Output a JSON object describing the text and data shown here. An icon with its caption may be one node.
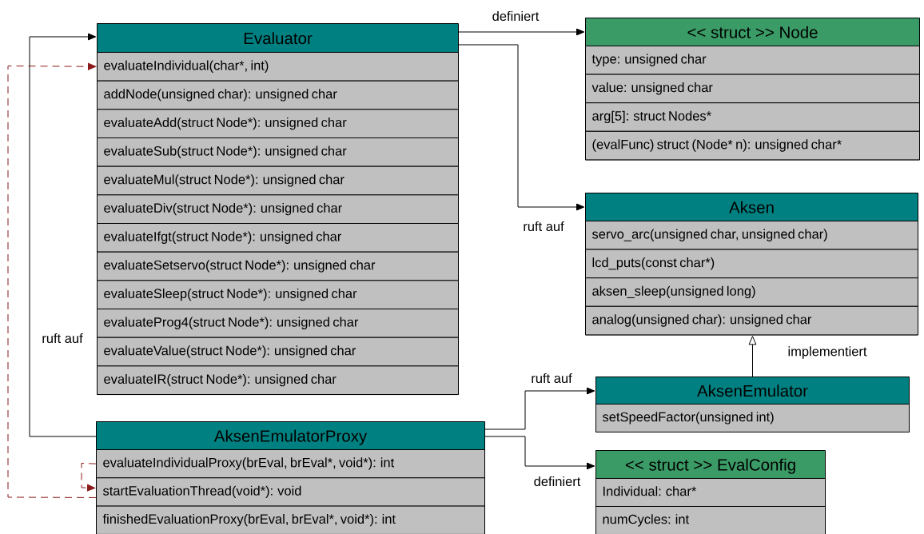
{
  "diagram": {
    "nodes": [
      {
        "text": [
          "Evaluator"
        ]
      },
      {
        "text": [
          "evaluateIndividual(char*, int)"
        ],
        "in": 0
      },
      {
        "text": [
          "addNode(unsigned char): unsigned char"
        ],
        "in": 0
      },
      {
        "text": [
          "evaluateAdd(struct Node*): unsigned char"
        ],
        "in": 0
      },
      {
        "text": [
          "evaluateSub(struct Node*): unsigned char"
        ],
        "in": 0
      },
      {
        "text": [
          "evaluateMul(struct Node*): unsigned char"
        ],
        "in": 0
      },
      {
        "text": [
          "evaluateDiv(struct Node*): unsigned char"
        ],
        "in": 0
      },
      {
        "text": [
          "evaluateIfgt(struct Node*): unsigned char"
        ],
        "in": 0
      },
      {
        "text": [
          "evaluateSetservo(struct Node*): unsigned char"
        ],
        "in": 0
      },
      {
        "text": [
          "evaluateSleep(struct Node*): unsigned char"
        ],
        "in": 0
      },
      {
        "text": [
          "evaluateProg4(struct Node*): unsigned char"
        ],
        "in": 0
      },
      {
        "text": [
          "evaluateValue(struct Node*): unsigned char"
        ],
        "in": 0
      },
      {
        "text": [
          "evaluateIR(struct Node*): unsigned char"
        ],
        "in": 0
      },
      {
        "text": [
          "<< struct >> Node"
        ]
      },
      {
        "text": [
          "type: unsigned char"
        ],
        "in": 13
      },
      {
        "text": [
          "value: unsigned char"
        ],
        "in": 13
      },
      {
        "text": [
          "arg[5]: struct Nodes*"
        ],
        "in": 13
      },
      {
        "text": [
          "(evalFunc) struct (Node* n): unsigned char*"
        ],
        "in": 13
      },
      {
        "text": [
          "Aksen"
        ]
      },
      {
        "text": [
          "servo_arc(unsigned char, unsigned char)"
        ],
        "in": 18
      },
      {
        "text": [
          "lcd_puts(const char*)"
        ],
        "in": 18
      },
      {
        "text": [
          "aksen_sleep(unsigned long)"
        ],
        "in": 18
      },
      {
        "text": [
          "analog(unsigned char): unsigned char"
        ],
        "in": 18
      },
      {
        "text": [
          "AksenEmulator"
        ]
      },
      {
        "text": [
          "setSpeedFactor(unsigned int)"
        ],
        "in": 23
      },
      {
        "text": [
          "AksenEmulatorProxy"
        ]
      },
      {
        "text": [
          "evaluateIndividualProxy(brEval, brEval*, void*): int"
        ],
        "in": 25
      },
      {
        "text": [
          "startEvaluationThread(void*): void"
        ],
        "in": 25
      },
      {
        "text": [
          "finishedEvaluationProxy(brEval, brEval*, void*): int"
        ],
        "in": 25
      },
      {
        "text": [
          "<< struct >> EvalConfig"
        ]
      },
      {
        "text": [
          "Individual: char*"
        ],
        "in": 29
      },
      {
        "text": [
          "numCycles: int"
        ],
        "in": 29
      }
    ],
    "edges": [
      {
        "from": 0,
        "to": 13,
        "arrow": "to",
        "label": "definiert"
      },
      {
        "from": 0,
        "to": 18,
        "arrow": "to",
        "label": "ruft auf"
      },
      {
        "from": 25,
        "to": 0,
        "arrow": "to",
        "label": "ruft auf"
      },
      {
        "from": 27,
        "to": 1,
        "arrow": "to",
        "style": "dashed",
        "color": "#8b1a1a"
      },
      {
        "from": 26,
        "to": 27,
        "arrow": "to",
        "style": "dashed",
        "color": "#8b1a1a"
      },
      {
        "from": 25,
        "to": 23,
        "arrow": "to",
        "label": "ruft auf"
      },
      {
        "from": 25,
        "to": 29,
        "arrow": "to",
        "label": "definiert"
      },
      {
        "from": 23,
        "to": 18,
        "arrow": "to",
        "label": "implementiert"
      }
    ]
  }
}
